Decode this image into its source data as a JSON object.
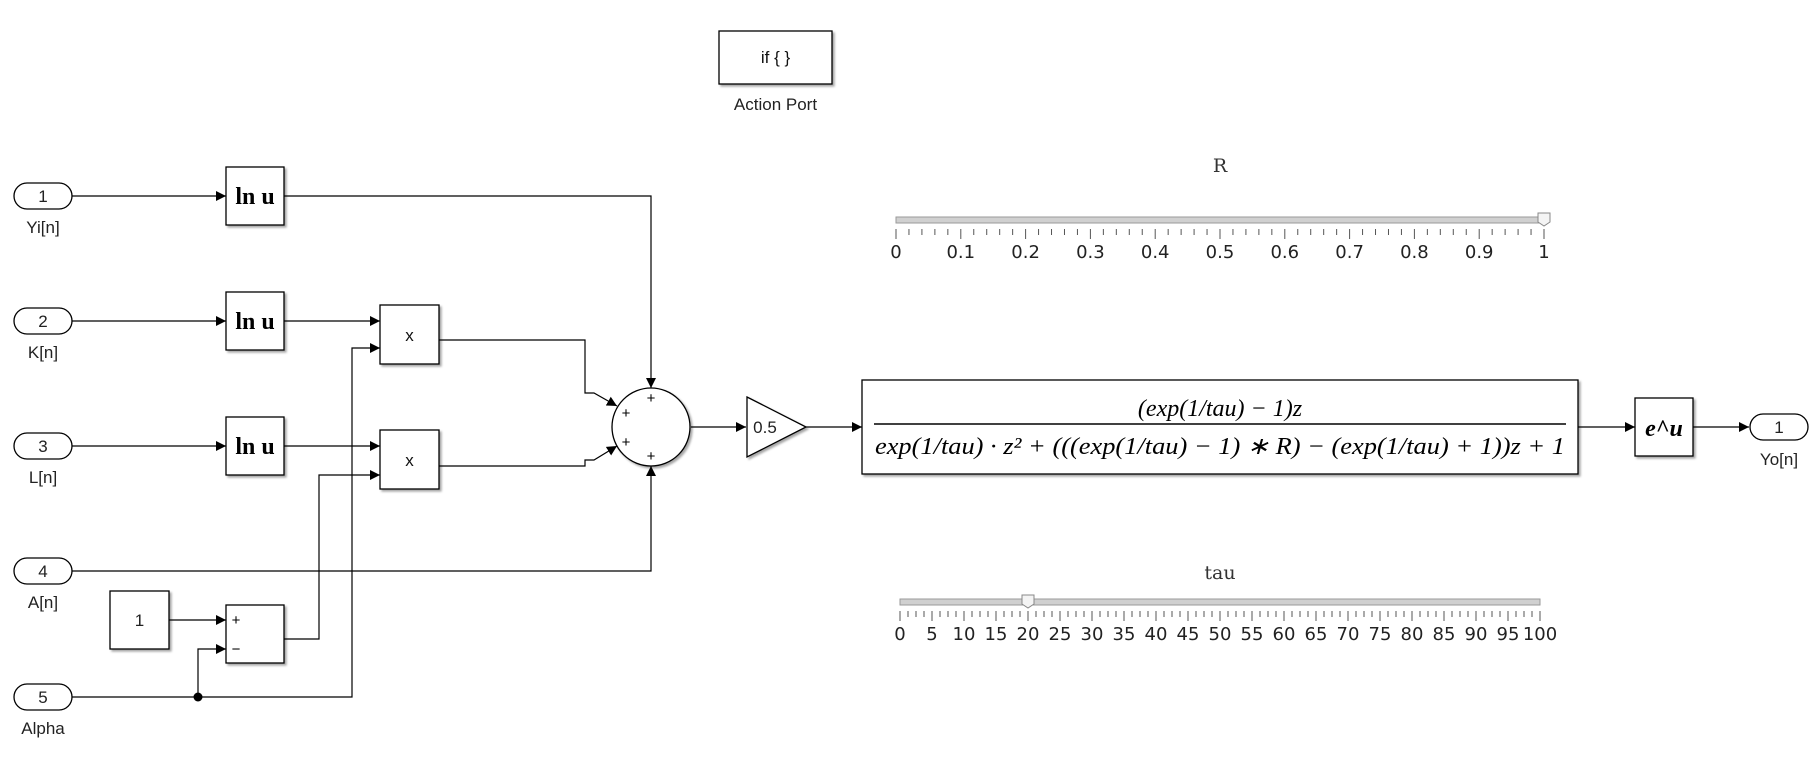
{
  "diagram": {
    "action_port": {
      "block_text": "if { }",
      "label": "Action Port"
    },
    "inports": [
      {
        "number": "1",
        "label": "Yi[n]"
      },
      {
        "number": "2",
        "label": "K[n]"
      },
      {
        "number": "3",
        "label": "L[n]"
      },
      {
        "number": "4",
        "label": "A[n]"
      },
      {
        "number": "5",
        "label": "Alpha"
      }
    ],
    "ln_block_text": "ln u",
    "product_block_text": "x",
    "constant_block_value": "1",
    "subtract_signs": [
      "+",
      "−"
    ],
    "sum_signs": [
      "+",
      "+",
      "+",
      "+"
    ],
    "gain_value": "0.5",
    "transfer_fcn": {
      "numerator": "(exp(1/tau) − 1)z",
      "denominator": "exp(1/tau) · z² + (((exp(1/tau) − 1) ∗ R) − (exp(1/tau) + 1))z + 1"
    },
    "exp_block_text": "e^u",
    "outport": {
      "number": "1",
      "label": "Yo[n]"
    }
  },
  "sliders": [
    {
      "name": "R",
      "value": 1,
      "min": 0,
      "max": 1,
      "tick_labels": [
        "0",
        "0.1",
        "0.2",
        "0.3",
        "0.4",
        "0.5",
        "0.6",
        "0.7",
        "0.8",
        "0.9",
        "1"
      ]
    },
    {
      "name": "tau",
      "value": 20,
      "min": 0,
      "max": 100,
      "tick_labels": [
        "0",
        "5",
        "10",
        "15",
        "20",
        "25",
        "30",
        "35",
        "40",
        "45",
        "50",
        "55",
        "60",
        "65",
        "70",
        "75",
        "80",
        "85",
        "90",
        "95",
        "100"
      ]
    }
  ]
}
